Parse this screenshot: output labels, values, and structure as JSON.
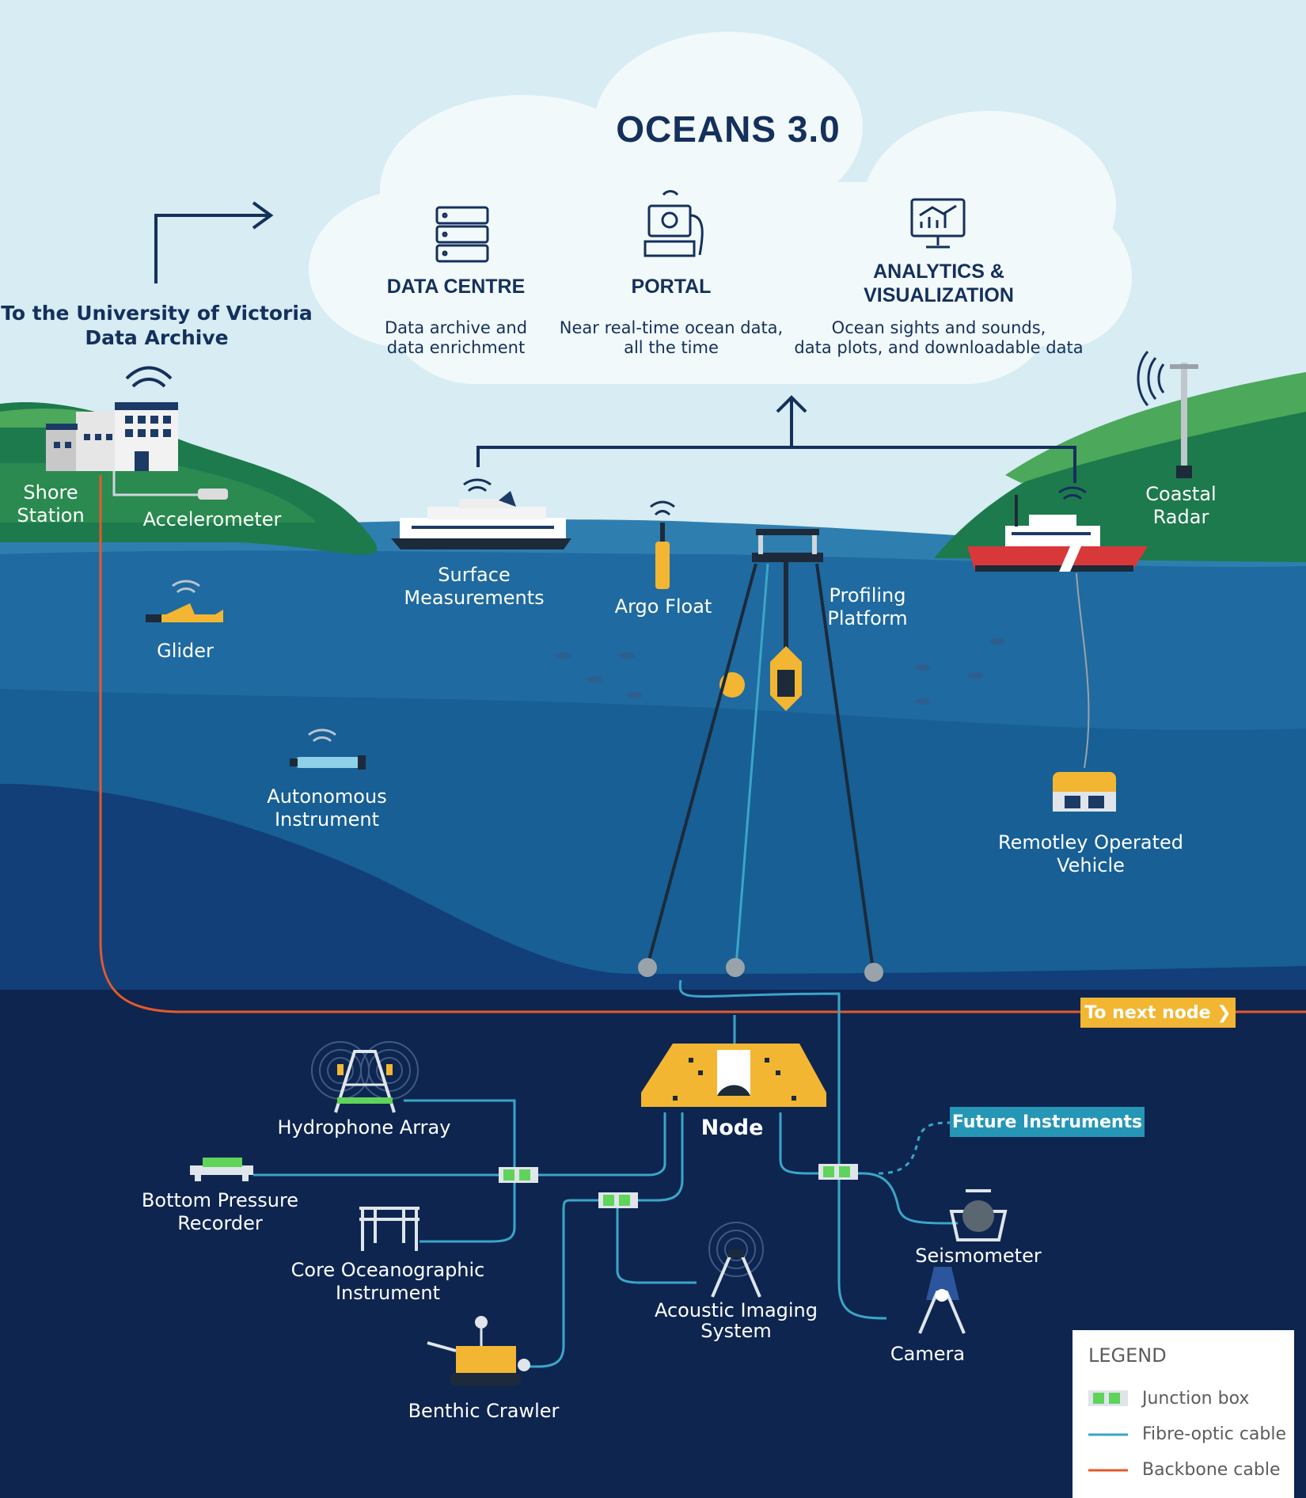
{
  "cloud": {
    "title": "OCEANS 3.0",
    "sections": [
      {
        "heading": "DATA CENTRE",
        "desc": "Data archive and\ndata enrichment",
        "icon": "server-icon"
      },
      {
        "heading": "PORTAL",
        "desc": "Near real-time ocean data,\nall the time",
        "icon": "portal-icon"
      },
      {
        "heading": "ANALYTICS &\nVISUALIZATION",
        "desc": "Ocean sights and sounds,\ndata plots, and downloadable data",
        "icon": "analytics-monitor-icon"
      }
    ]
  },
  "archive_label": "To the University of Victoria\nData Archive",
  "surface_labels": {
    "shore_station": "Shore\nStation",
    "accelerometer": "Accelerometer",
    "glider": "Glider",
    "autonomous": "Autonomous\nInstrument",
    "surface_measurements": "Surface\nMeasurements",
    "argo_float": "Argo Float",
    "profiling_platform": "Profiling\nPlatform",
    "coastal_radar": "Coastal Radar",
    "rov": "Remotley Operated\nVehicle"
  },
  "seafloor_labels": {
    "node": "Node",
    "hydrophone": "Hydrophone Array",
    "bpr": "Bottom Pressure\nRecorder",
    "core": "Core Oceanographic\nInstrument",
    "acoustic": "Acoustic Imaging\nSystem",
    "crawler": "Benthic Crawler",
    "seismometer": "Seismometer",
    "camera": "Camera"
  },
  "tags": {
    "next_node": "To next node ❯",
    "future": "Future Instruments"
  },
  "legend": {
    "title": "LEGEND",
    "items": [
      {
        "label": "Junction box",
        "icon": "junction-box-icon"
      },
      {
        "label": "Fibre-optic cable",
        "color": "#3aa6c8"
      },
      {
        "label": "Backbone cable",
        "color": "#e35a2b"
      }
    ]
  },
  "colors": {
    "sky": "#d7ecf3",
    "navy": "#14305c",
    "deep_sea": "#0e2550",
    "fibre": "#3aa6c8",
    "backbone": "#e35a2b",
    "accent_yellow": "#f2b632",
    "future_teal": "#2596b5"
  }
}
